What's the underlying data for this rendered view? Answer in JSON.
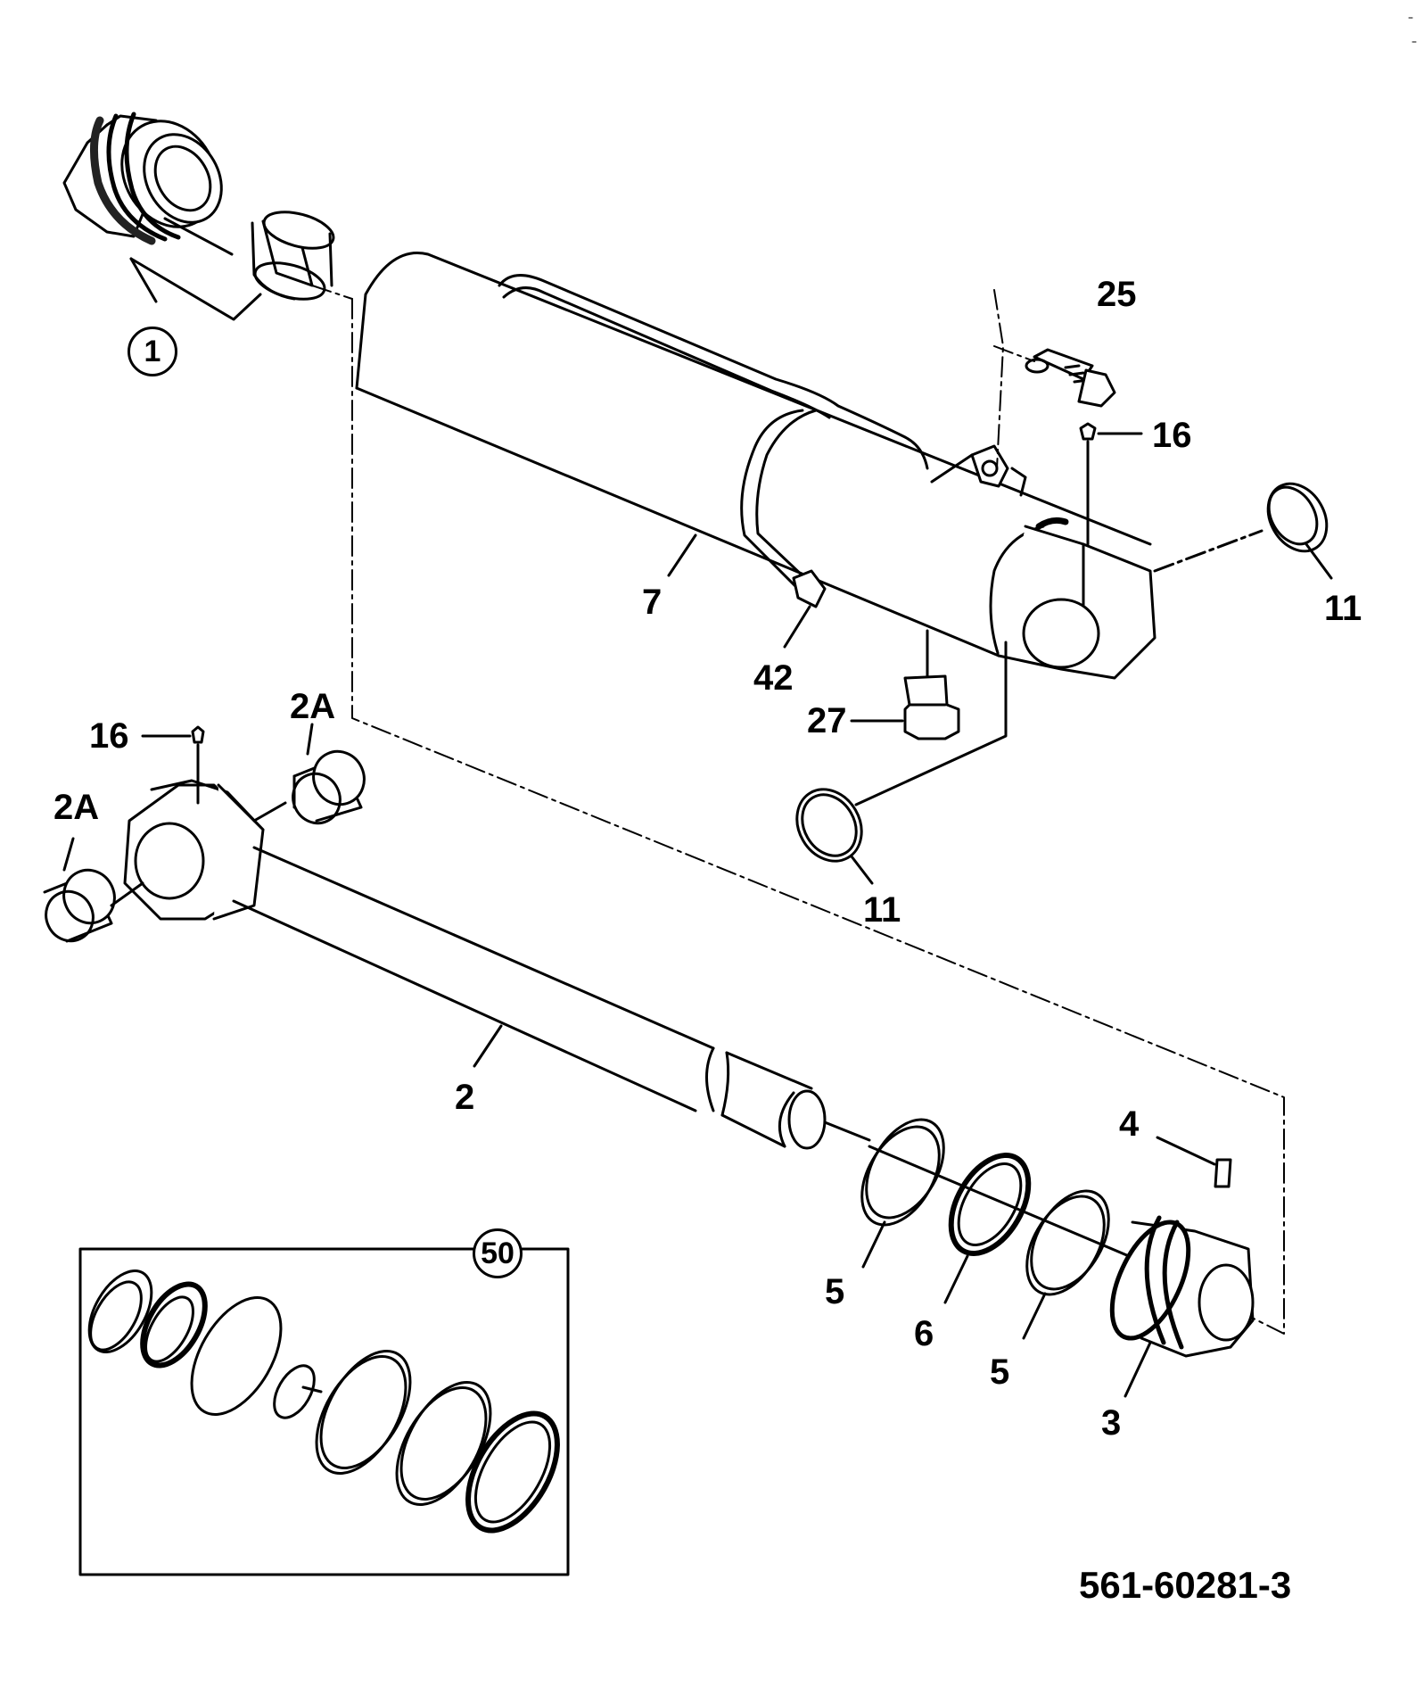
{
  "drawing_number": "561-60281-3",
  "callouts": {
    "kit_1": "1",
    "kit_50": "50",
    "c25": "25",
    "c16_top": "16",
    "c11_right": "11",
    "c7": "7",
    "c42": "42",
    "c27": "27",
    "c11_mid": "11",
    "c2A_upper": "2A",
    "c16_left": "16",
    "c2A_left": "2A",
    "c2": "2",
    "c4": "4",
    "c5_a": "5",
    "c6": "6",
    "c5_b": "5",
    "c3": "3"
  }
}
